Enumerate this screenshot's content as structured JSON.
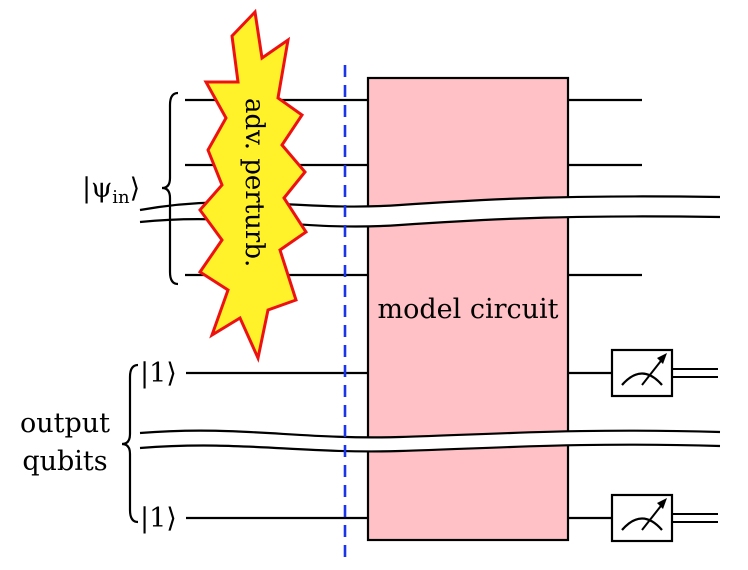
{
  "diagram": {
    "input_label": "|ψin⟩",
    "input_label_main": "|ψ",
    "input_label_sub": "in",
    "input_label_close": "⟩",
    "perturbation_label": "adv. perturb.",
    "model_label": "model circuit",
    "output_ket_top": "|1⟩",
    "output_ket_bottom": "|1⟩",
    "output_label_line1": "output",
    "output_label_line2": "qubits",
    "colors": {
      "model_fill": "#ffc1c6",
      "burst_fill": "#fff22a",
      "burst_stroke": "#ee1111",
      "perturb_text": "#19a9d8",
      "divider": "#1a35e8",
      "wire": "#000000"
    }
  }
}
